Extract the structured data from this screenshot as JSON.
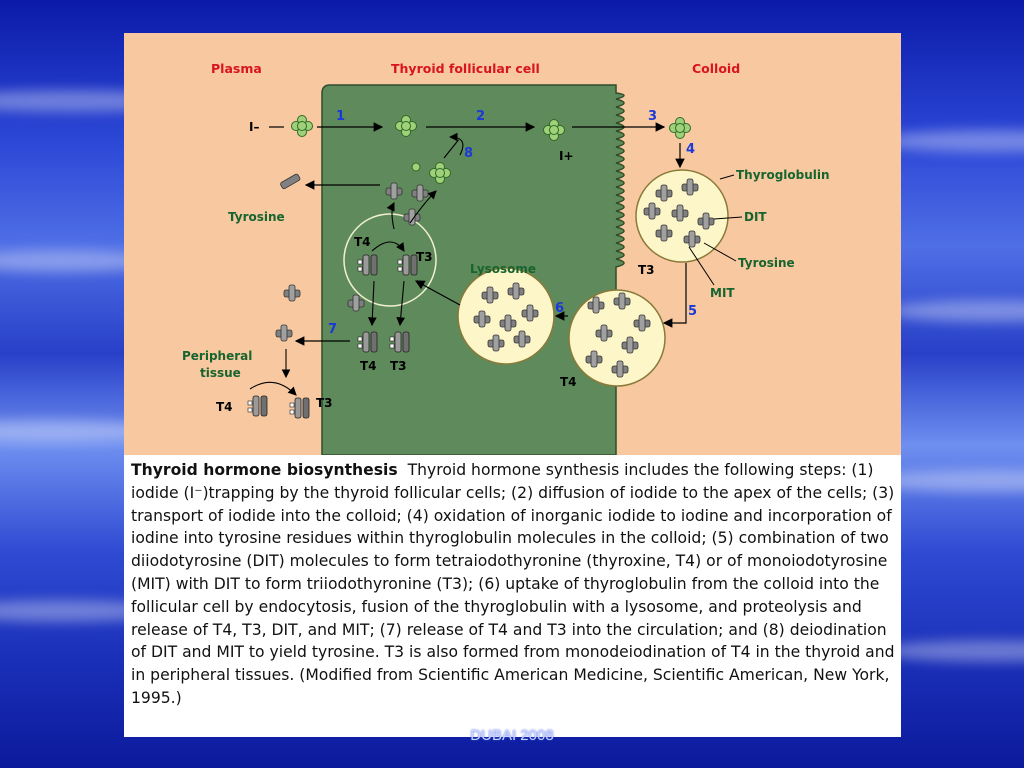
{
  "figure": {
    "headers": {
      "plasma": "Plasma",
      "cell": "Thyroid follicular cell",
      "colloid": "Colloid"
    },
    "labels": {
      "iodide_in": "I–",
      "iodine_plus": "I+",
      "tyrosine_left": "Tyrosine",
      "thyroglobulin": "Thyroglobulin",
      "dit": "DIT",
      "tyrosine_right": "Tyrosine",
      "mit": "MIT",
      "lysosome": "Lysosome",
      "peripheral": "Peripheral",
      "tissue": "tissue",
      "t4_a": "T4",
      "t3_a": "T3",
      "t4_b": "T4",
      "t3_b": "T3",
      "t3_c": "T3",
      "t4_c": "T4",
      "t4_d": "T4",
      "t3_d": "T3"
    },
    "steps": [
      "1",
      "2",
      "3",
      "4",
      "5",
      "6",
      "7",
      "8"
    ],
    "colors": {
      "cell": "#5f8a5b",
      "colloid": "#fdf6c8",
      "background": "#f8c9a0",
      "header_red": "#d8141e",
      "step_blue": "#1a39d8",
      "label_green": "#17642f"
    }
  },
  "caption": {
    "title": "Thyroid hormone biosynthesis",
    "body": "Thyroid hormone synthesis includes the following steps: (1) iodide (I⁻)trapping by the thyroid follicular cells; (2) diffusion of iodide to the apex of the cells; (3) transport of iodide into the colloid; (4) oxidation of inorganic iodide to iodine and incorporation of iodine into tyrosine residues within thyroglobulin molecules in the colloid; (5) combination of two diiodotyrosine (DIT) molecules to form tetraiodothyronine (thyroxine, T4) or of monoiodotyrosine (MIT) with DIT to form triiodothyronine (T3); (6) uptake of thyroglobulin from the colloid into the follicular cell by endocytosis, fusion of the thyroglobulin with a lysosome, and proteolysis and release of T4, T3, DIT, and MIT; (7) release of T4 and T3 into the circulation; and (8) deiodination of DIT and MIT to yield tyrosine. T3 is also formed from monodeiodination of T4 in the thyroid and in peripheral tissues. (Modified from Scientific American Medicine, Scientific American, New York, 1995.)"
  },
  "footer": {
    "text": "DUBAI 2008"
  }
}
